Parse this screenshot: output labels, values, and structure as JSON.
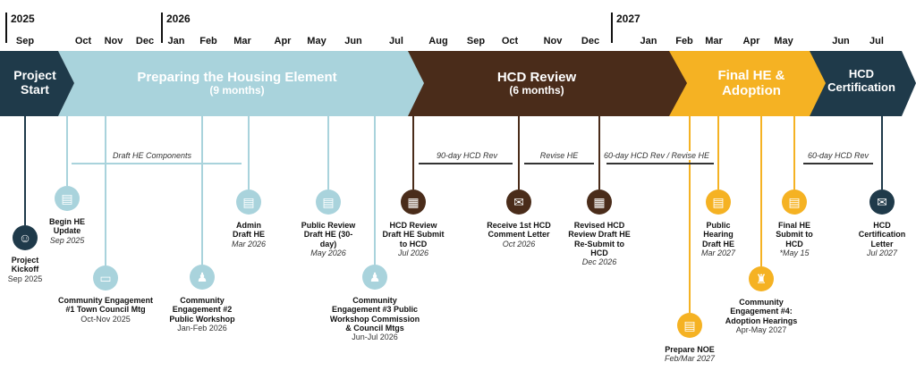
{
  "timeline": {
    "years": [
      "2025",
      "2026",
      "2027"
    ],
    "months": [
      "Sep",
      "Oct",
      "Nov",
      "Dec",
      "Jan",
      "Feb",
      "Mar",
      "Apr",
      "May",
      "Jun",
      "Jul",
      "Aug",
      "Sep",
      "Oct",
      "Nov",
      "Dec",
      "Jan",
      "Feb",
      "Mar",
      "Apr",
      "May",
      "Jun",
      "Jul"
    ]
  },
  "phases": {
    "start": {
      "title": "Project Start"
    },
    "prepare": {
      "title": "Preparing the Housing Element",
      "subtitle": "(9 months)"
    },
    "hcd": {
      "title": "HCD Review",
      "subtitle": "(6 months)"
    },
    "final": {
      "title": "Final HE & Adoption"
    },
    "cert": {
      "title": "HCD Certification"
    }
  },
  "spans": {
    "draft": "Draft HE Components",
    "rev1": "90-day HCD Rev",
    "revise": "Revise HE",
    "rev2": "60-day HCD Rev / Revise HE",
    "rev3": "60-day HCD Rev"
  },
  "milestones": {
    "kickoff": {
      "title": "Project Kickoff",
      "date": "Sep 2025"
    },
    "begin": {
      "title": "Begin HE Update",
      "date": "Sep 2025"
    },
    "ce1": {
      "title": "Community Engagement #1 Town Council Mtg",
      "date": "Oct-Nov 2025"
    },
    "ce2": {
      "title": "Community Engagement #2 Public Workshop",
      "date": "Jan-Feb 2026"
    },
    "admin": {
      "title": "Admin Draft HE",
      "date": "Mar 2026"
    },
    "pubrev": {
      "title": "Public Review Draft HE (30-day)",
      "date": "May 2026"
    },
    "ce3": {
      "title": "Community Engagement #3 Public Workshop Commission & Council Mtgs",
      "date": "Jun-Jul 2026"
    },
    "submit1": {
      "title": "HCD Review Draft HE Submit to HCD",
      "date": "Jul 2026"
    },
    "letter": {
      "title": "Receive 1st HCD Comment Letter",
      "date": "Oct 2026"
    },
    "resubmit": {
      "title": "Revised HCD Review Draft HE Re-Submit to HCD",
      "date": "Dec 2026"
    },
    "noe": {
      "title": "Prepare NOE",
      "date": "Feb/Mar 2027"
    },
    "hearing": {
      "title": "Public Hearing Draft HE",
      "date": "Mar 2027"
    },
    "ce4": {
      "title": "Community Engagement #4: Adoption Hearings",
      "date": "Apr-May 2027"
    },
    "finalsub": {
      "title": "Final HE Submit to HCD",
      "date": "*May 15"
    },
    "certletter": {
      "title": "HCD Certification Letter",
      "date": "Jul 2027"
    }
  },
  "colors": {
    "navy": "#1f3a4a",
    "lightblue": "#a9d3dc",
    "brown": "#4a2c1a",
    "gold": "#f5b223"
  },
  "icons": [
    "people-group-icon",
    "document-icon",
    "presentation-icon",
    "people-icon",
    "binder-icon",
    "envelope-icon",
    "building-icon",
    "certificate-icon"
  ]
}
